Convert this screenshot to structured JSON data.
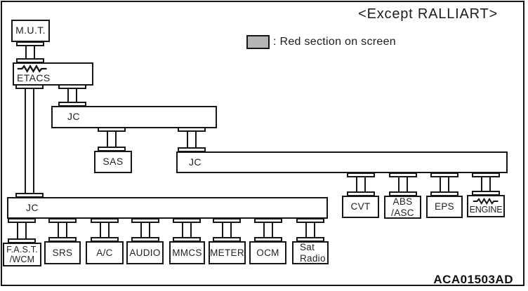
{
  "title": "<Except RALLIART>",
  "legend": {
    "swatch_color": "#b5b5b5",
    "label": ": Red section on screen"
  },
  "figure_code": "ACA01503AD",
  "nodes": {
    "mut": {
      "label": "M.U.T."
    },
    "etacs": {
      "label": "ETACS",
      "icon": "resistor-squiggle"
    },
    "jc1": {
      "label": "JC"
    },
    "sas": {
      "label": "SAS"
    },
    "jc2": {
      "label": "JC"
    },
    "cvt": {
      "label": "CVT"
    },
    "abs_asc": {
      "label": "ABS\n/ASC"
    },
    "eps": {
      "label": "EPS"
    },
    "engine": {
      "label": "ENGINE",
      "icon": "resistor-squiggle"
    },
    "jc3": {
      "label": "JC"
    },
    "fast_wcm": {
      "label": "F.A.S.T.\n/WCM"
    },
    "srs": {
      "label": "SRS"
    },
    "ac": {
      "label": "A/C"
    },
    "audio": {
      "label": "AUDIO"
    },
    "mmcs": {
      "label": "MMCS"
    },
    "meter": {
      "label": "METER"
    },
    "ocm": {
      "label": "OCM"
    },
    "sat_radio": {
      "label": "Sat\nRadio"
    }
  },
  "connections": [
    {
      "from": "mut",
      "to": "etacs"
    },
    {
      "from": "etacs",
      "to": "jc1"
    },
    {
      "from": "etacs",
      "to": "jc3"
    },
    {
      "from": "jc1",
      "to": "sas"
    },
    {
      "from": "jc1",
      "to": "jc2"
    },
    {
      "from": "jc2",
      "to": "cvt"
    },
    {
      "from": "jc2",
      "to": "abs_asc"
    },
    {
      "from": "jc2",
      "to": "eps"
    },
    {
      "from": "jc2",
      "to": "engine"
    },
    {
      "from": "jc3",
      "to": "fast_wcm"
    },
    {
      "from": "jc3",
      "to": "srs"
    },
    {
      "from": "jc3",
      "to": "ac"
    },
    {
      "from": "jc3",
      "to": "audio"
    },
    {
      "from": "jc3",
      "to": "mmcs"
    },
    {
      "from": "jc3",
      "to": "meter"
    },
    {
      "from": "jc3",
      "to": "ocm"
    },
    {
      "from": "jc3",
      "to": "sat_radio"
    }
  ]
}
